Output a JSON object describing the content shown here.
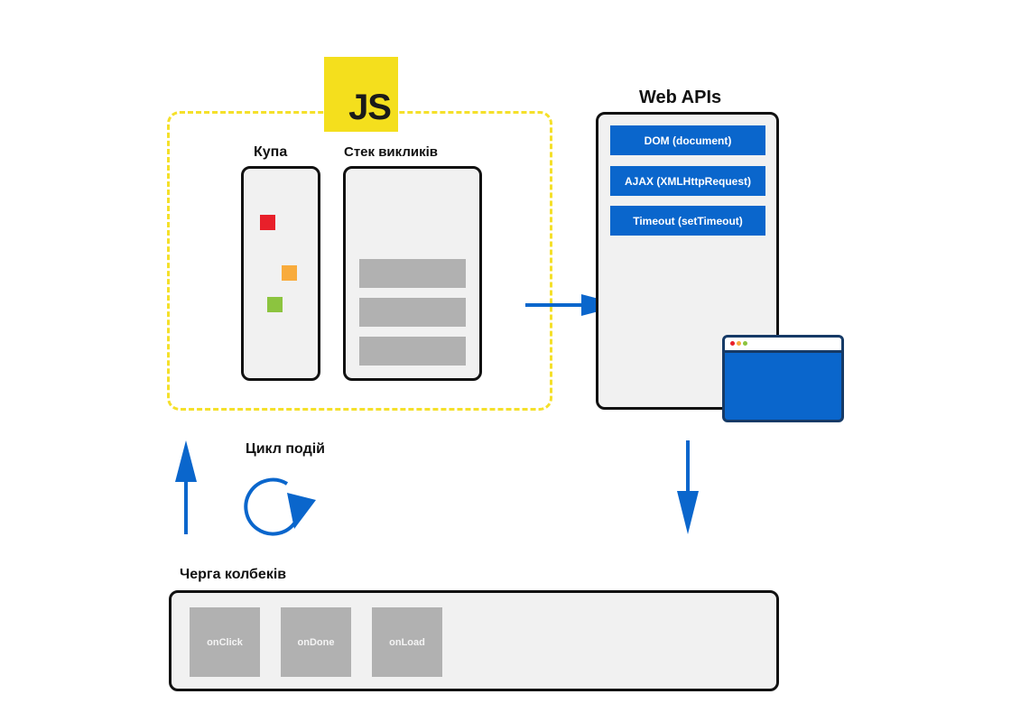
{
  "js_engine": {
    "logo_text": "JS",
    "heap_label": "Купа",
    "stack_label": "Стек викликів",
    "heap_objects": [
      {
        "color": "#e8202a"
      },
      {
        "color": "#f8ab3c"
      },
      {
        "color": "#8cc43f"
      }
    ],
    "stack_frame_count": 3
  },
  "web_apis": {
    "title": "Web APIs",
    "items": [
      {
        "label": "DOM (document)"
      },
      {
        "label": "AJAX (XMLHttpRequest)"
      },
      {
        "label": "Timeout (setTimeout)"
      }
    ]
  },
  "event_loop": {
    "label": "Цикл подій"
  },
  "callback_queue": {
    "label": "Черга колбеків",
    "items": [
      {
        "label": "onClick"
      },
      {
        "label": "onDone"
      },
      {
        "label": "onLoad"
      }
    ]
  },
  "colors": {
    "accent_blue": "#0a66cc",
    "js_yellow": "#f4df1d",
    "panel_bg": "#f1f1f1",
    "frame_gray": "#b1b1b1"
  }
}
